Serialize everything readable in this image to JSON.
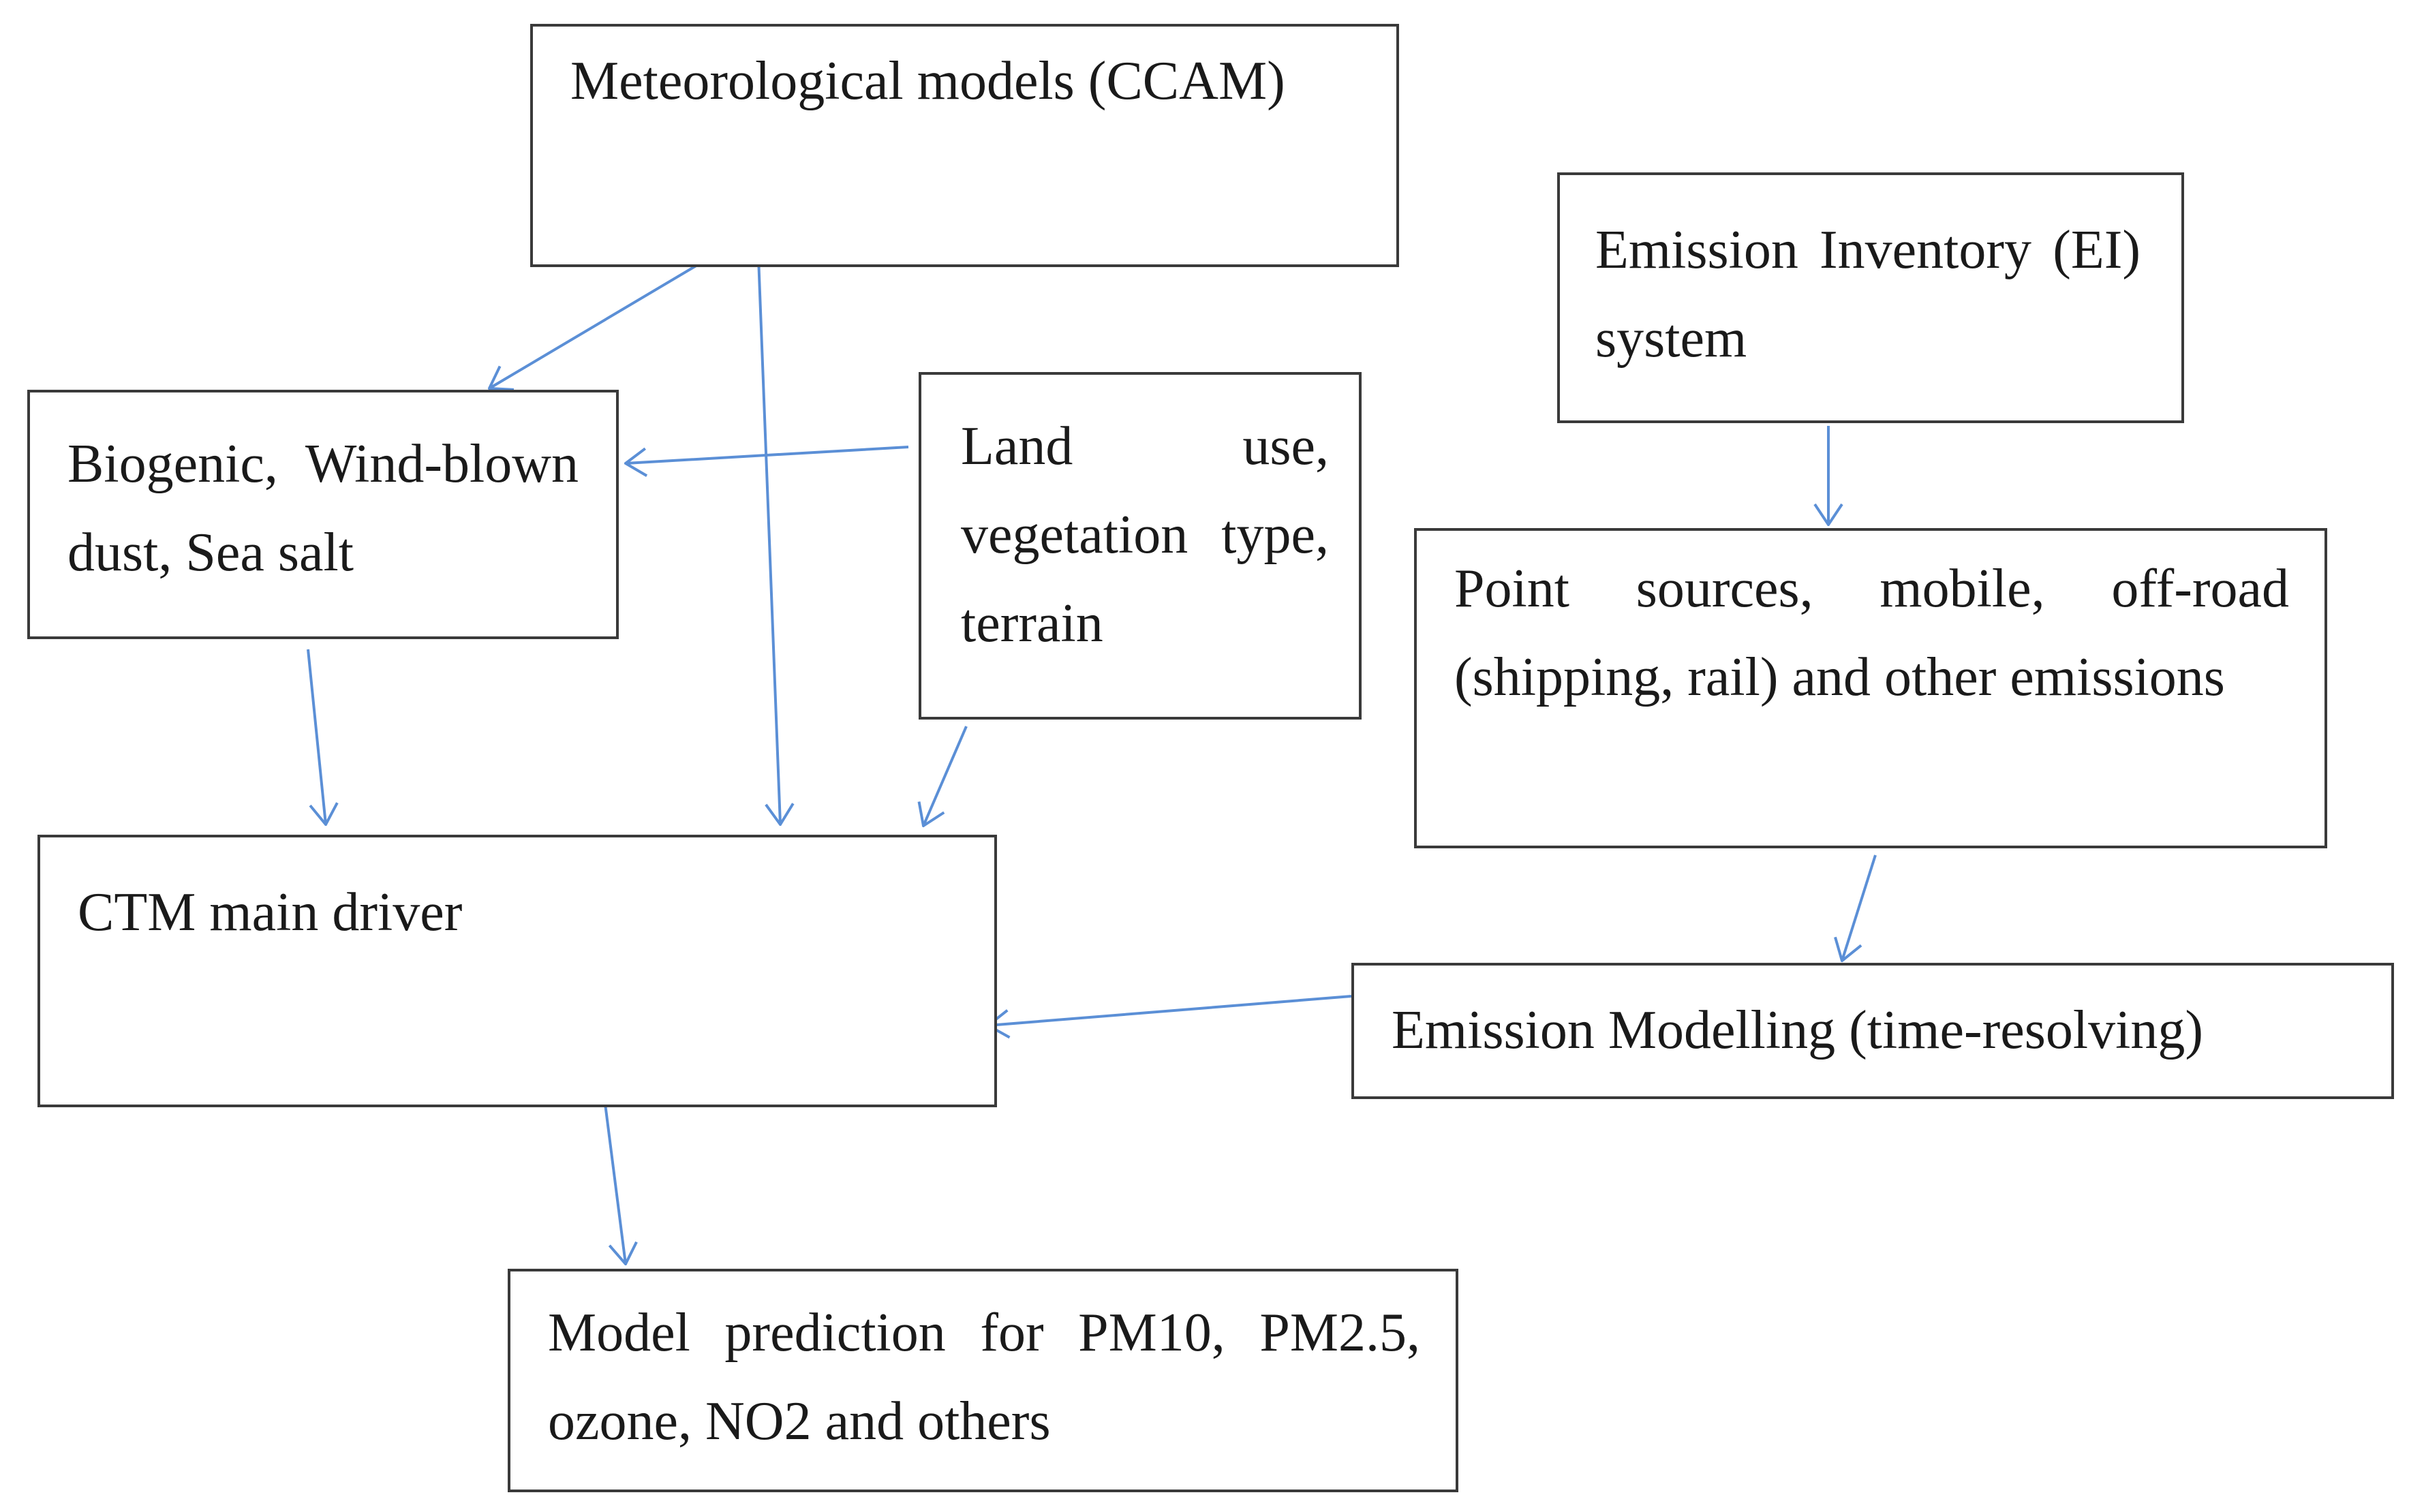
{
  "diagram": {
    "nodes": {
      "meteorological": {
        "label": "Meteorological models (CCAM)"
      },
      "emission_inventory": {
        "label": "Emission Inventory (EI) system"
      },
      "biogenic": {
        "label": "Biogenic, Wind-blown dust, Sea salt"
      },
      "land_use": {
        "label": "Land use, vegetation type, terrain"
      },
      "point_sources": {
        "label": "Point sources, mobile, off-road (shipping, rail) and other emissions"
      },
      "ctm_driver": {
        "label": "CTM main driver"
      },
      "emission_modelling": {
        "label": "Emission Modelling (time-resolving)"
      },
      "model_prediction": {
        "label": "Model prediction for PM10, PM2.5, ozone, NO2 and others"
      }
    },
    "edges": [
      {
        "from": "meteorological",
        "to": "biogenic"
      },
      {
        "from": "meteorological",
        "to": "ctm_driver"
      },
      {
        "from": "land_use",
        "to": "biogenic"
      },
      {
        "from": "land_use",
        "to": "ctm_driver"
      },
      {
        "from": "biogenic",
        "to": "ctm_driver"
      },
      {
        "from": "emission_inventory",
        "to": "point_sources"
      },
      {
        "from": "point_sources",
        "to": "emission_modelling"
      },
      {
        "from": "emission_modelling",
        "to": "ctm_driver"
      },
      {
        "from": "ctm_driver",
        "to": "model_prediction"
      }
    ],
    "colors": {
      "arrow": "#5b8fd6",
      "box_border": "#3a3a3a",
      "text": "#1a1a1a"
    }
  }
}
